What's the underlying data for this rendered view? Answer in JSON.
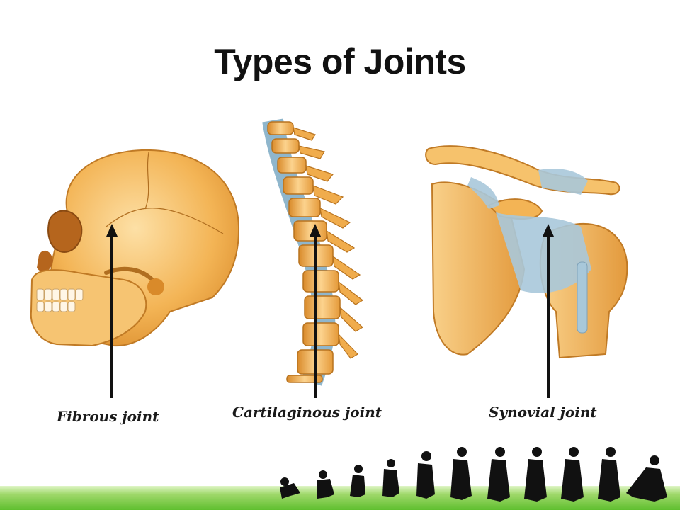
{
  "slide": {
    "title": "Types of Joints",
    "labels": {
      "fibrous": "Fibrous joint",
      "cartilaginous": "Cartilaginous joint",
      "synovial": "Synovial joint"
    }
  },
  "colors": {
    "bone": "#f2b24f",
    "bone_light": "#fbd79a",
    "cartilage": "#8fb6cc",
    "arrow": "#111111",
    "grass": "#5fbf2f"
  },
  "icons": [
    "skull",
    "spine",
    "shoulder-joint",
    "runner-silhouettes"
  ]
}
